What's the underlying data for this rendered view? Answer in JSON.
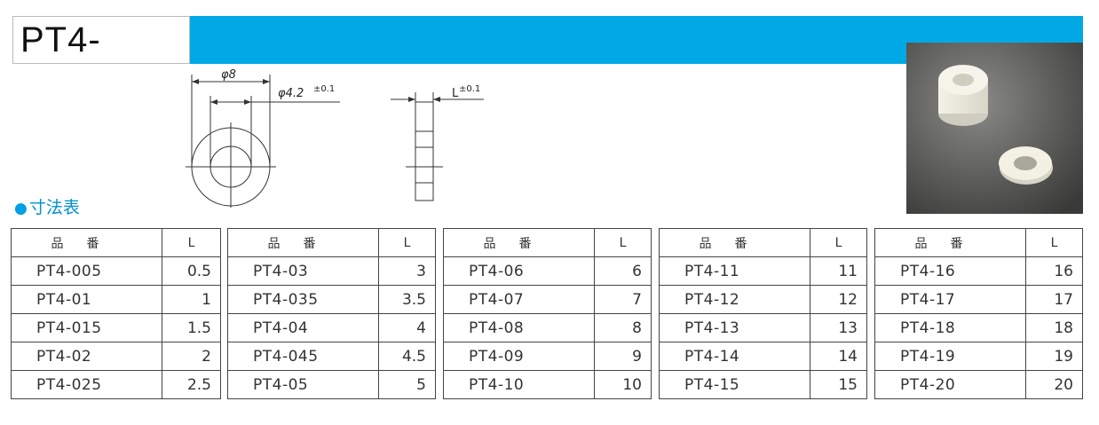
{
  "title": "PT4-",
  "section_heading": "寸法表",
  "drawing": {
    "outer_diameter_label": "φ8",
    "inner_diameter_label": "φ4.2",
    "inner_tolerance": "±0.1",
    "length_label": "L",
    "length_tolerance": "±0.1"
  },
  "tables": [
    {
      "header_part": "品番",
      "header_length": "L",
      "rows": [
        {
          "part": "PT4-005",
          "length": "0.5"
        },
        {
          "part": "PT4-01",
          "length": "1"
        },
        {
          "part": "PT4-015",
          "length": "1.5"
        },
        {
          "part": "PT4-02",
          "length": "2"
        },
        {
          "part": "PT4-025",
          "length": "2.5"
        }
      ]
    },
    {
      "header_part": "品番",
      "header_length": "L",
      "rows": [
        {
          "part": "PT4-03",
          "length": "3"
        },
        {
          "part": "PT4-035",
          "length": "3.5"
        },
        {
          "part": "PT4-04",
          "length": "4"
        },
        {
          "part": "PT4-045",
          "length": "4.5"
        },
        {
          "part": "PT4-05",
          "length": "5"
        }
      ]
    },
    {
      "header_part": "品番",
      "header_length": "L",
      "rows": [
        {
          "part": "PT4-06",
          "length": "6"
        },
        {
          "part": "PT4-07",
          "length": "7"
        },
        {
          "part": "PT4-08",
          "length": "8"
        },
        {
          "part": "PT4-09",
          "length": "9"
        },
        {
          "part": "PT4-10",
          "length": "10"
        }
      ]
    },
    {
      "header_part": "品番",
      "header_length": "L",
      "rows": [
        {
          "part": "PT4-11",
          "length": "11"
        },
        {
          "part": "PT4-12",
          "length": "12"
        },
        {
          "part": "PT4-13",
          "length": "13"
        },
        {
          "part": "PT4-14",
          "length": "14"
        },
        {
          "part": "PT4-15",
          "length": "15"
        }
      ]
    },
    {
      "header_part": "品番",
      "header_length": "L",
      "rows": [
        {
          "part": "PT4-16",
          "length": "16"
        },
        {
          "part": "PT4-17",
          "length": "17"
        },
        {
          "part": "PT4-18",
          "length": "18"
        },
        {
          "part": "PT4-19",
          "length": "19"
        },
        {
          "part": "PT4-20",
          "length": "20"
        }
      ]
    }
  ]
}
